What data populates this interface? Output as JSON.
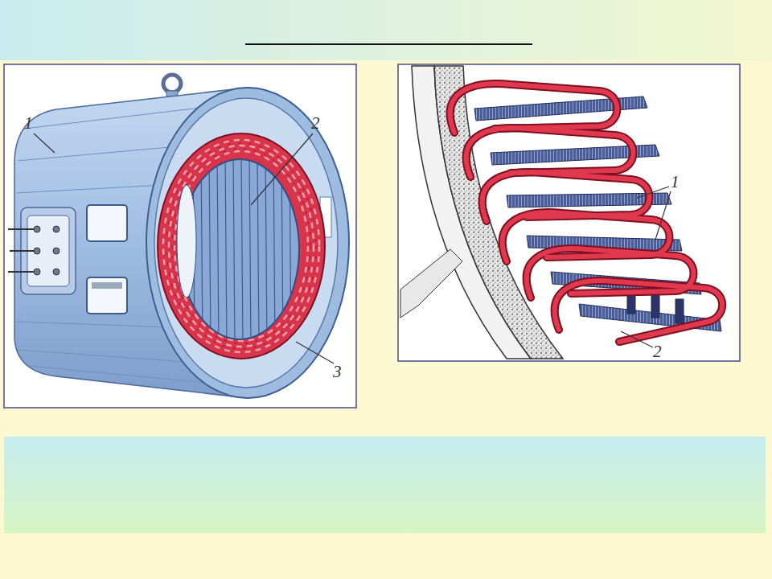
{
  "diagram": {
    "labels": [
      "1",
      "2",
      "3",
      "1",
      "2"
    ]
  }
}
